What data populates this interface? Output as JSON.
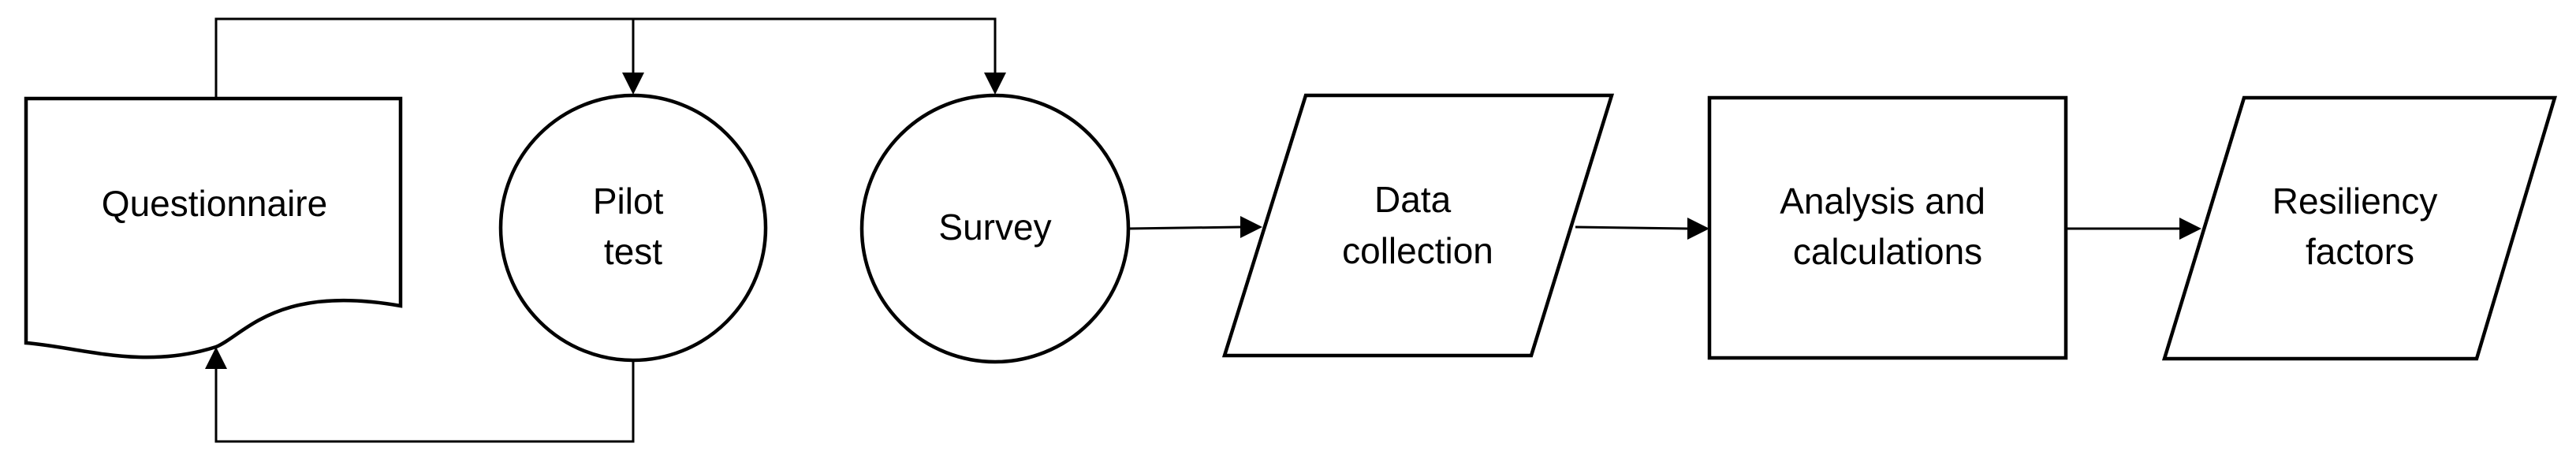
{
  "diagram": {
    "nodes": {
      "questionnaire": {
        "lines": [
          "Questionnaire"
        ],
        "shape": "document"
      },
      "pilot_test": {
        "lines": [
          "Pilot",
          "test"
        ],
        "shape": "circle"
      },
      "survey": {
        "lines": [
          "Survey"
        ],
        "shape": "circle"
      },
      "data_collection": {
        "lines": [
          "Data",
          "collection"
        ],
        "shape": "parallelogram"
      },
      "analysis": {
        "lines": [
          "Analysis and",
          "calculations"
        ],
        "shape": "rectangle"
      },
      "resiliency": {
        "lines": [
          "Resiliency",
          "factors"
        ],
        "shape": "parallelogram"
      }
    },
    "edges": [
      {
        "from": "questionnaire",
        "to": "pilot_test"
      },
      {
        "from": "questionnaire",
        "to": "survey"
      },
      {
        "from": "pilot_test",
        "to": "questionnaire"
      },
      {
        "from": "survey",
        "to": "data_collection"
      },
      {
        "from": "data_collection",
        "to": "analysis"
      },
      {
        "from": "analysis",
        "to": "resiliency"
      }
    ],
    "colors": {
      "stroke": "#000000",
      "fill": "#ffffff",
      "text": "#000000"
    }
  }
}
